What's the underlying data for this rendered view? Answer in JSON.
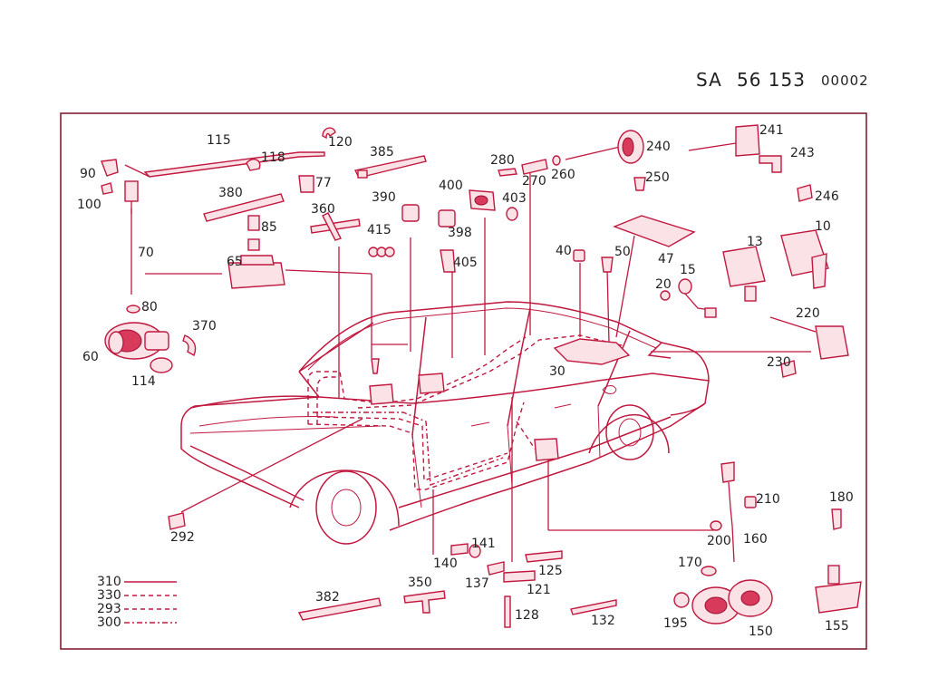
{
  "header": {
    "prefix": "SA",
    "number": "56 153",
    "suffix": "00002"
  },
  "callouts": {
    "c10": "10",
    "c13": "13",
    "c15": "15",
    "c20": "20",
    "c30": "30",
    "c40": "40",
    "c47": "47",
    "c50": "50",
    "c60": "60",
    "c65": "65",
    "c70": "70",
    "c77": "77",
    "c80": "80",
    "c85": "85",
    "c90": "90",
    "c100": "100",
    "c114": "114",
    "c115": "115",
    "c118": "118",
    "c120": "120",
    "c121": "121",
    "c125": "125",
    "c128": "128",
    "c132": "132",
    "c137": "137",
    "c140": "140",
    "c141": "141",
    "c150": "150",
    "c155": "155",
    "c160": "160",
    "c170": "170",
    "c180": "180",
    "c195": "195",
    "c200": "200",
    "c210": "210",
    "c220": "220",
    "c230": "230",
    "c240": "240",
    "c241": "241",
    "c243": "243",
    "c246": "246",
    "c250": "250",
    "c260": "260",
    "c270": "270",
    "c280": "280",
    "c292": "292",
    "c350": "350",
    "c360": "360",
    "c370": "370",
    "c380": "380",
    "c382": "382",
    "c385": "385",
    "c390": "390",
    "c398": "398",
    "c400": "400",
    "c403": "403",
    "c405": "405",
    "c415": "415"
  },
  "legend": [
    {
      "label": "310",
      "style": "solid"
    },
    {
      "label": "330",
      "style": "dashed"
    },
    {
      "label": "293",
      "style": "dashed"
    },
    {
      "label": "300",
      "style": "dash-dot"
    }
  ],
  "colors": {
    "line": "#c0183e",
    "fill": "#fbe2e6",
    "text": "#222222",
    "frame": "#7a1024"
  }
}
